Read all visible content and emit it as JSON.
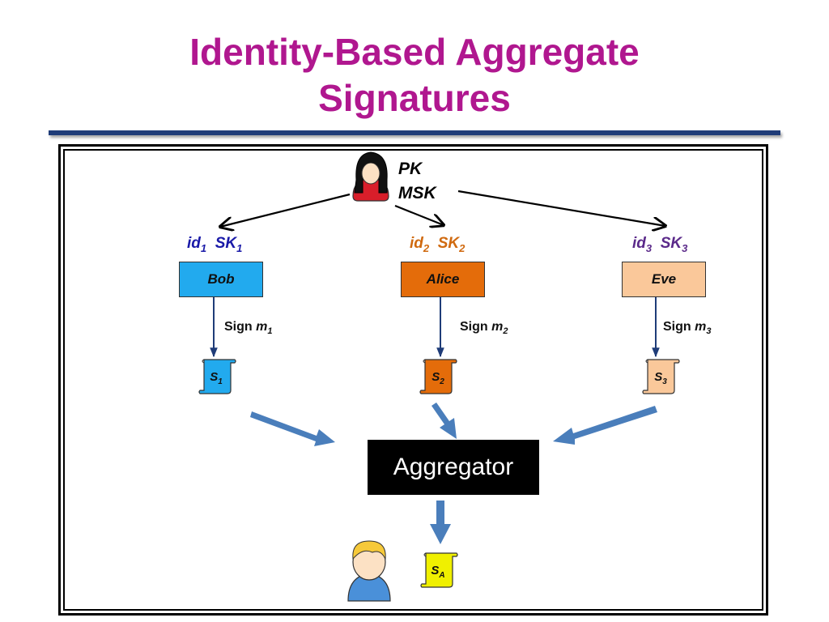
{
  "title": {
    "line1": "Identity-Based Aggregate",
    "line2": "Signatures"
  },
  "authority": {
    "pk": "PK",
    "msk": "MSK"
  },
  "users": [
    {
      "id_base": "id",
      "id_sub": "1",
      "sk_base": "SK",
      "sk_sub": "1",
      "name": "Bob",
      "sign_word": "Sign",
      "msg_base": "m",
      "msg_sub": "1",
      "sig_base": "S",
      "sig_sub": "1",
      "color": "#22aaee",
      "label_color": "#1a1aa8"
    },
    {
      "id_base": "id",
      "id_sub": "2",
      "sk_base": "SK",
      "sk_sub": "2",
      "name": "Alice",
      "sign_word": "Sign",
      "msg_base": "m",
      "msg_sub": "2",
      "sig_base": "S",
      "sig_sub": "2",
      "color": "#e46c0a",
      "label_color": "#d06a10"
    },
    {
      "id_base": "id",
      "id_sub": "3",
      "sk_base": "SK",
      "sk_sub": "3",
      "name": "Eve",
      "sign_word": "Sign",
      "msg_base": "m",
      "msg_sub": "3",
      "sig_base": "S",
      "sig_sub": "3",
      "color": "#fac89a",
      "label_color": "#5b2a8a"
    }
  ],
  "aggregator": {
    "label": "Aggregator"
  },
  "aggregate_signature": {
    "base": "S",
    "sub": "A",
    "color": "#f0f000"
  },
  "colors": {
    "title": "#b0178f",
    "rule": "#1f3c78",
    "flow_arrow": "#4a7ebb"
  }
}
